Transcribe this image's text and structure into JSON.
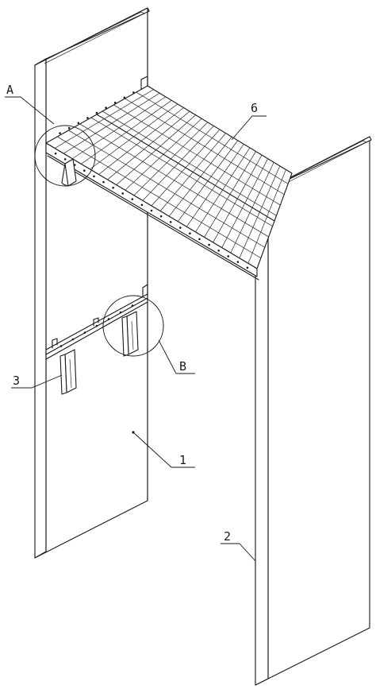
{
  "callouts": {
    "A": "A",
    "B": "B",
    "panel_1": "1",
    "panel_2": "2",
    "bracket_3": "3",
    "grid_6": "6"
  }
}
